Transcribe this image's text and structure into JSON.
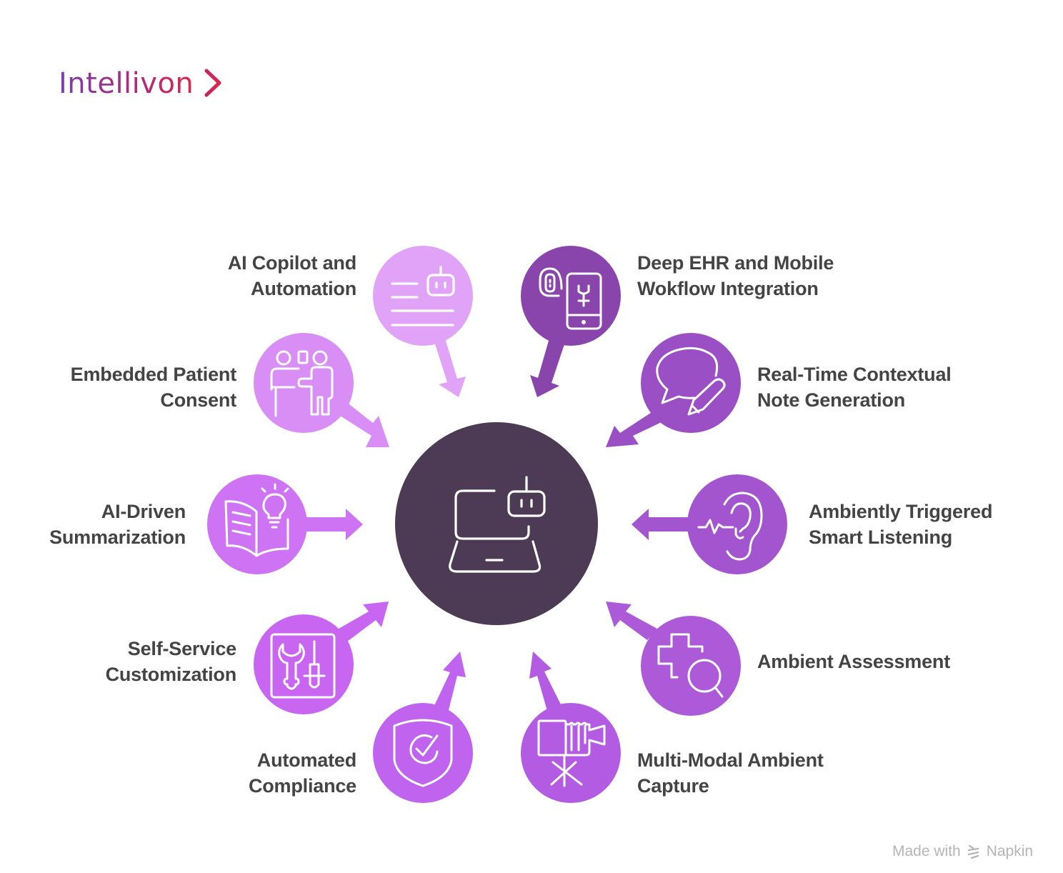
{
  "brand": {
    "name": "Intellivon",
    "chevron_icon": "chevron-right-icon",
    "gradient": [
      "#7a3fb0",
      "#e0264a"
    ]
  },
  "center": {
    "icon": "laptop-robot-icon",
    "color": "#4d3a55"
  },
  "nodes": [
    {
      "id": "ai-copilot",
      "lines": [
        "AI Copilot and",
        "Automation"
      ],
      "icon": "document-robot-icon",
      "color": "#e0a3f7",
      "arrow": "toward-center"
    },
    {
      "id": "deep-ehr",
      "lines": [
        "Deep EHR and Mobile",
        "Wokflow Integration"
      ],
      "icon": "fingerprint-mobile-icon",
      "color": "#8a45ad",
      "arrow": "toward-center"
    },
    {
      "id": "patient-consent",
      "lines": [
        "Embedded Patient",
        "Consent"
      ],
      "icon": "people-consent-icon",
      "color": "#d98ef5",
      "arrow": "toward-center"
    },
    {
      "id": "note-generation",
      "lines": [
        "Real-Time Contextual",
        "Note Generation"
      ],
      "icon": "speech-pencil-icon",
      "color": "#9a4fc4",
      "arrow": "toward-center"
    },
    {
      "id": "summarization",
      "lines": [
        "AI-Driven",
        "Summarization"
      ],
      "icon": "book-lightbulb-icon",
      "color": "#cf73f5",
      "arrow": "toward-center"
    },
    {
      "id": "smart-listening",
      "lines": [
        "Ambiently Triggered",
        "Smart Listening"
      ],
      "icon": "ear-soundwave-icon",
      "color": "#a255cf",
      "arrow": "toward-center"
    },
    {
      "id": "customization",
      "lines": [
        "Self-Service",
        "Customization"
      ],
      "icon": "tools-icon",
      "color": "#c866f2",
      "arrow": "away-from-center"
    },
    {
      "id": "assessment",
      "lines": [
        "Ambient Assessment"
      ],
      "icon": "medical-search-icon",
      "color": "#ad5ad9",
      "arrow": "away-from-center"
    },
    {
      "id": "compliance",
      "lines": [
        "Automated",
        "Compliance"
      ],
      "icon": "shield-check-icon",
      "color": "#c063ef",
      "arrow": "away-from-center"
    },
    {
      "id": "ambient-capture",
      "lines": [
        "Multi-Modal Ambient",
        "Capture"
      ],
      "icon": "video-camera-tripod-icon",
      "color": "#b35ce3",
      "arrow": "away-from-center"
    }
  ],
  "footer": {
    "prefix": "Made with",
    "brand": "Napkin",
    "icon": "napkin-logo-icon"
  }
}
